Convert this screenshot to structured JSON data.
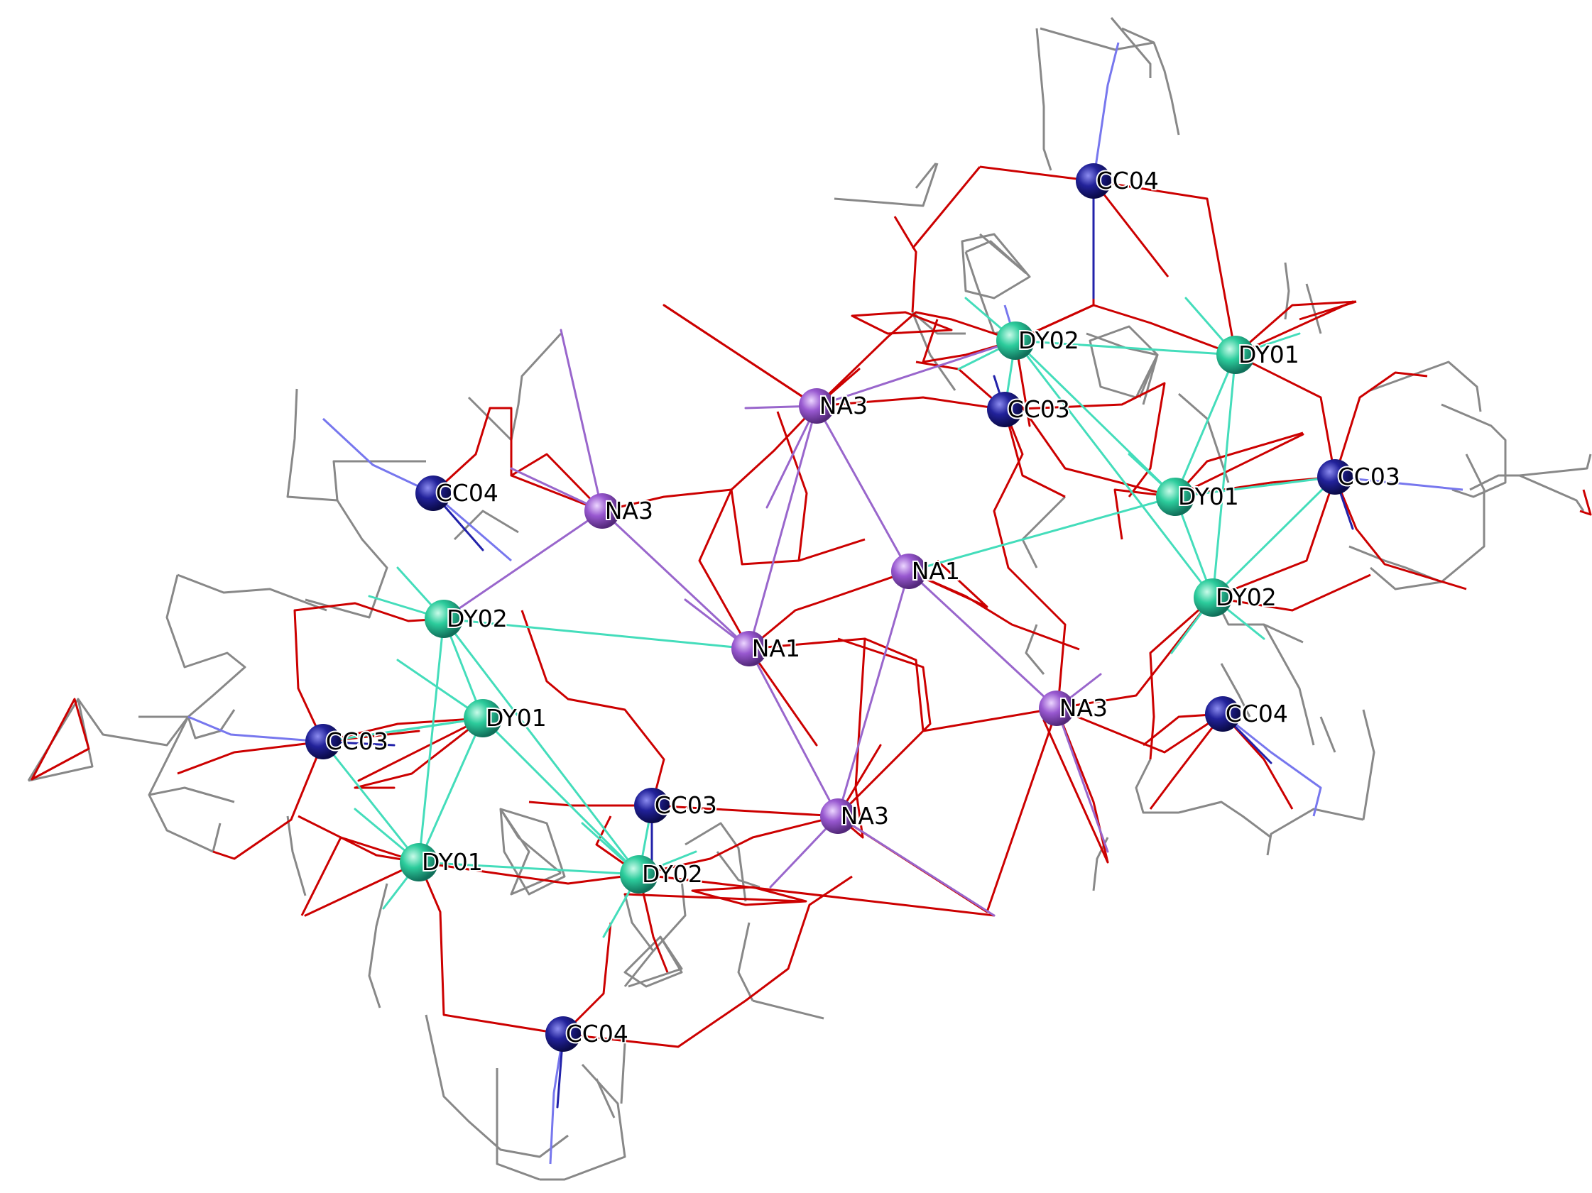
{
  "structure": {
    "colors": {
      "background": "#ffffff",
      "carbon_bond": "#888888",
      "oxygen_bond": "#cc0000",
      "nitrogen_bond": "#7777ee",
      "dy_bond": "#44ddbb",
      "na_bond": "#9966cc",
      "co_bond": "#2222aa",
      "dy_atom": "#2ccc9c",
      "co_atom": "#1c1c8c",
      "na_atom": "#9858d0"
    },
    "atoms": [
      {
        "id": "a1",
        "element": "Co",
        "label": "CC04"
      },
      {
        "id": "a2",
        "element": "Dy",
        "label": "DY02"
      },
      {
        "id": "a3",
        "element": "Dy",
        "label": "DY01"
      },
      {
        "id": "a4",
        "element": "Co",
        "label": "CC03"
      },
      {
        "id": "a5",
        "element": "Na",
        "label": "NA3"
      },
      {
        "id": "a6",
        "element": "Dy",
        "label": "DY01"
      },
      {
        "id": "a7",
        "element": "Co",
        "label": "CC03"
      },
      {
        "id": "a8",
        "element": "Dy",
        "label": "DY02"
      },
      {
        "id": "a9",
        "element": "Co",
        "label": "CC04"
      },
      {
        "id": "a10",
        "element": "Na",
        "label": "NA3"
      },
      {
        "id": "a11",
        "element": "Na",
        "label": "NA1"
      },
      {
        "id": "a12",
        "element": "Co",
        "label": "CC04"
      },
      {
        "id": "a13",
        "element": "Na",
        "label": "NA3"
      },
      {
        "id": "a14",
        "element": "Dy",
        "label": "DY02"
      },
      {
        "id": "a15",
        "element": "Co",
        "label": "CC03"
      },
      {
        "id": "a16",
        "element": "Dy",
        "label": "DY01"
      },
      {
        "id": "a17",
        "element": "Na",
        "label": "NA1"
      },
      {
        "id": "a18",
        "element": "Na",
        "label": "NA3"
      },
      {
        "id": "a19",
        "element": "Co",
        "label": "CC03"
      },
      {
        "id": "a20",
        "element": "Dy",
        "label": "DY01"
      },
      {
        "id": "a21",
        "element": "Dy",
        "label": "DY02"
      },
      {
        "id": "a22",
        "element": "Co",
        "label": "CC04"
      }
    ]
  }
}
